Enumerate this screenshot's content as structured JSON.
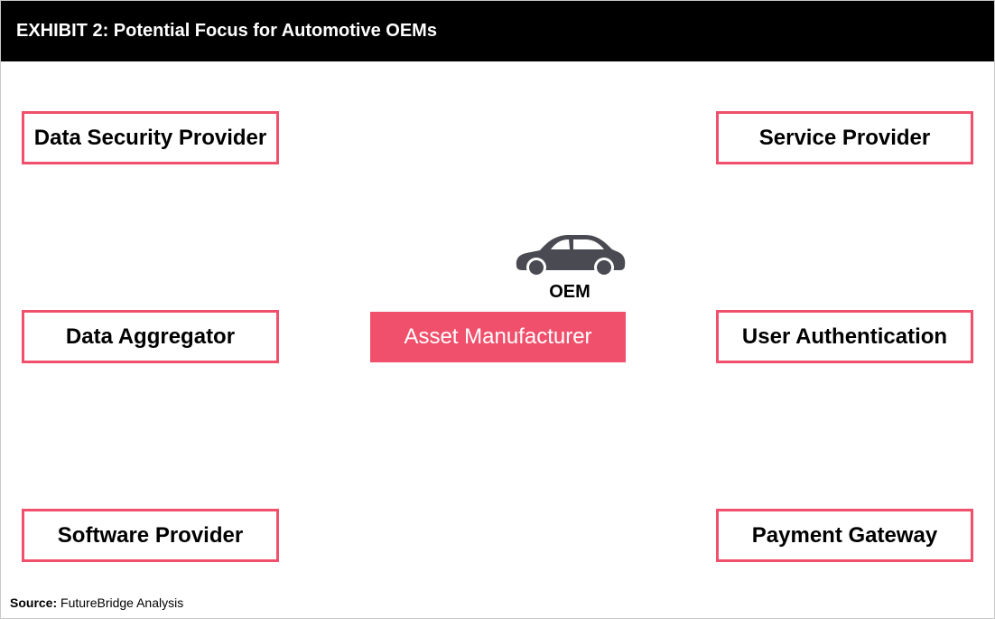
{
  "header": {
    "title": "EXHIBIT 2: Potential Focus for Automotive OEMs"
  },
  "diagram": {
    "center": {
      "icon": "car-icon",
      "label": "OEM",
      "box_label": "Asset Manufacturer"
    },
    "left_boxes": [
      "Data Security Provider",
      "Data Aggregator",
      "Software Provider"
    ],
    "right_boxes": [
      "Service Provider",
      "User Authentication",
      "Payment Gateway"
    ]
  },
  "source": {
    "label": "Source:",
    "text": "FutureBridge Analysis"
  },
  "colors": {
    "accent": "#f0506b",
    "header_bg": "#000000",
    "car": "#4a4a52"
  }
}
